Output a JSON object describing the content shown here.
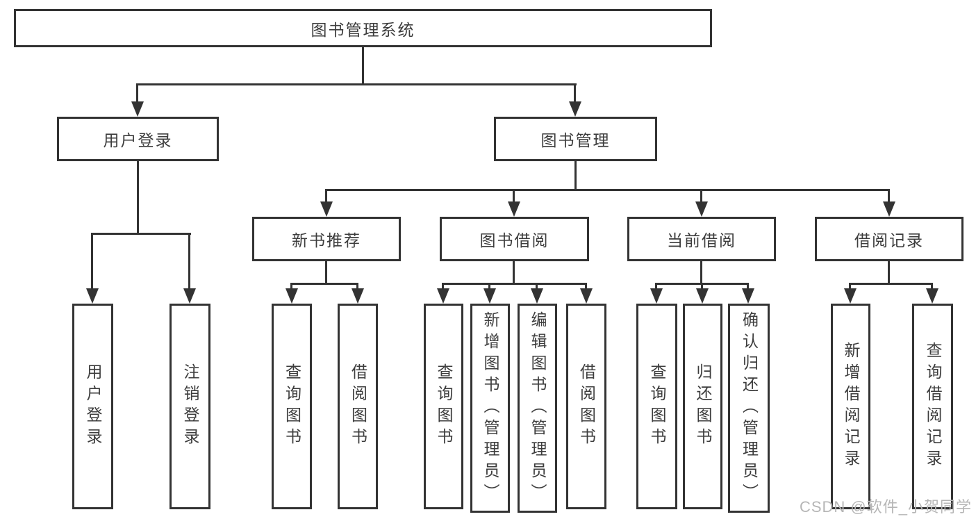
{
  "diagram": {
    "root": {
      "label": "图书管理系统"
    },
    "user_login": {
      "label": "用户登录",
      "leaves": [
        {
          "label": "用户登录"
        },
        {
          "label": "注销登录"
        }
      ]
    },
    "book_management": {
      "label": "图书管理",
      "branches": [
        {
          "label": "新书推荐",
          "leaves": [
            {
              "label": "查询图书"
            },
            {
              "label": "借阅图书"
            }
          ]
        },
        {
          "label": "图书借阅",
          "leaves": [
            {
              "label": "查询图书"
            },
            {
              "label": "新增图书（管理员）"
            },
            {
              "label": "编辑图书（管理员）"
            },
            {
              "label": "借阅图书"
            }
          ]
        },
        {
          "label": "当前借阅",
          "leaves": [
            {
              "label": "查询图书"
            },
            {
              "label": "归还图书"
            },
            {
              "label": "确认归还（管理员）"
            }
          ]
        },
        {
          "label": "借阅记录",
          "leaves": [
            {
              "label": "新增借阅记录"
            },
            {
              "label": "查询借阅记录"
            }
          ]
        }
      ]
    }
  },
  "watermark": {
    "text": "CSDN @软件_小贺同学"
  },
  "colors": {
    "line_color": "#333333",
    "text_color": "#3d3d3d",
    "box_bg": "#ffffff",
    "watermark_color": "#b6b6b6"
  }
}
